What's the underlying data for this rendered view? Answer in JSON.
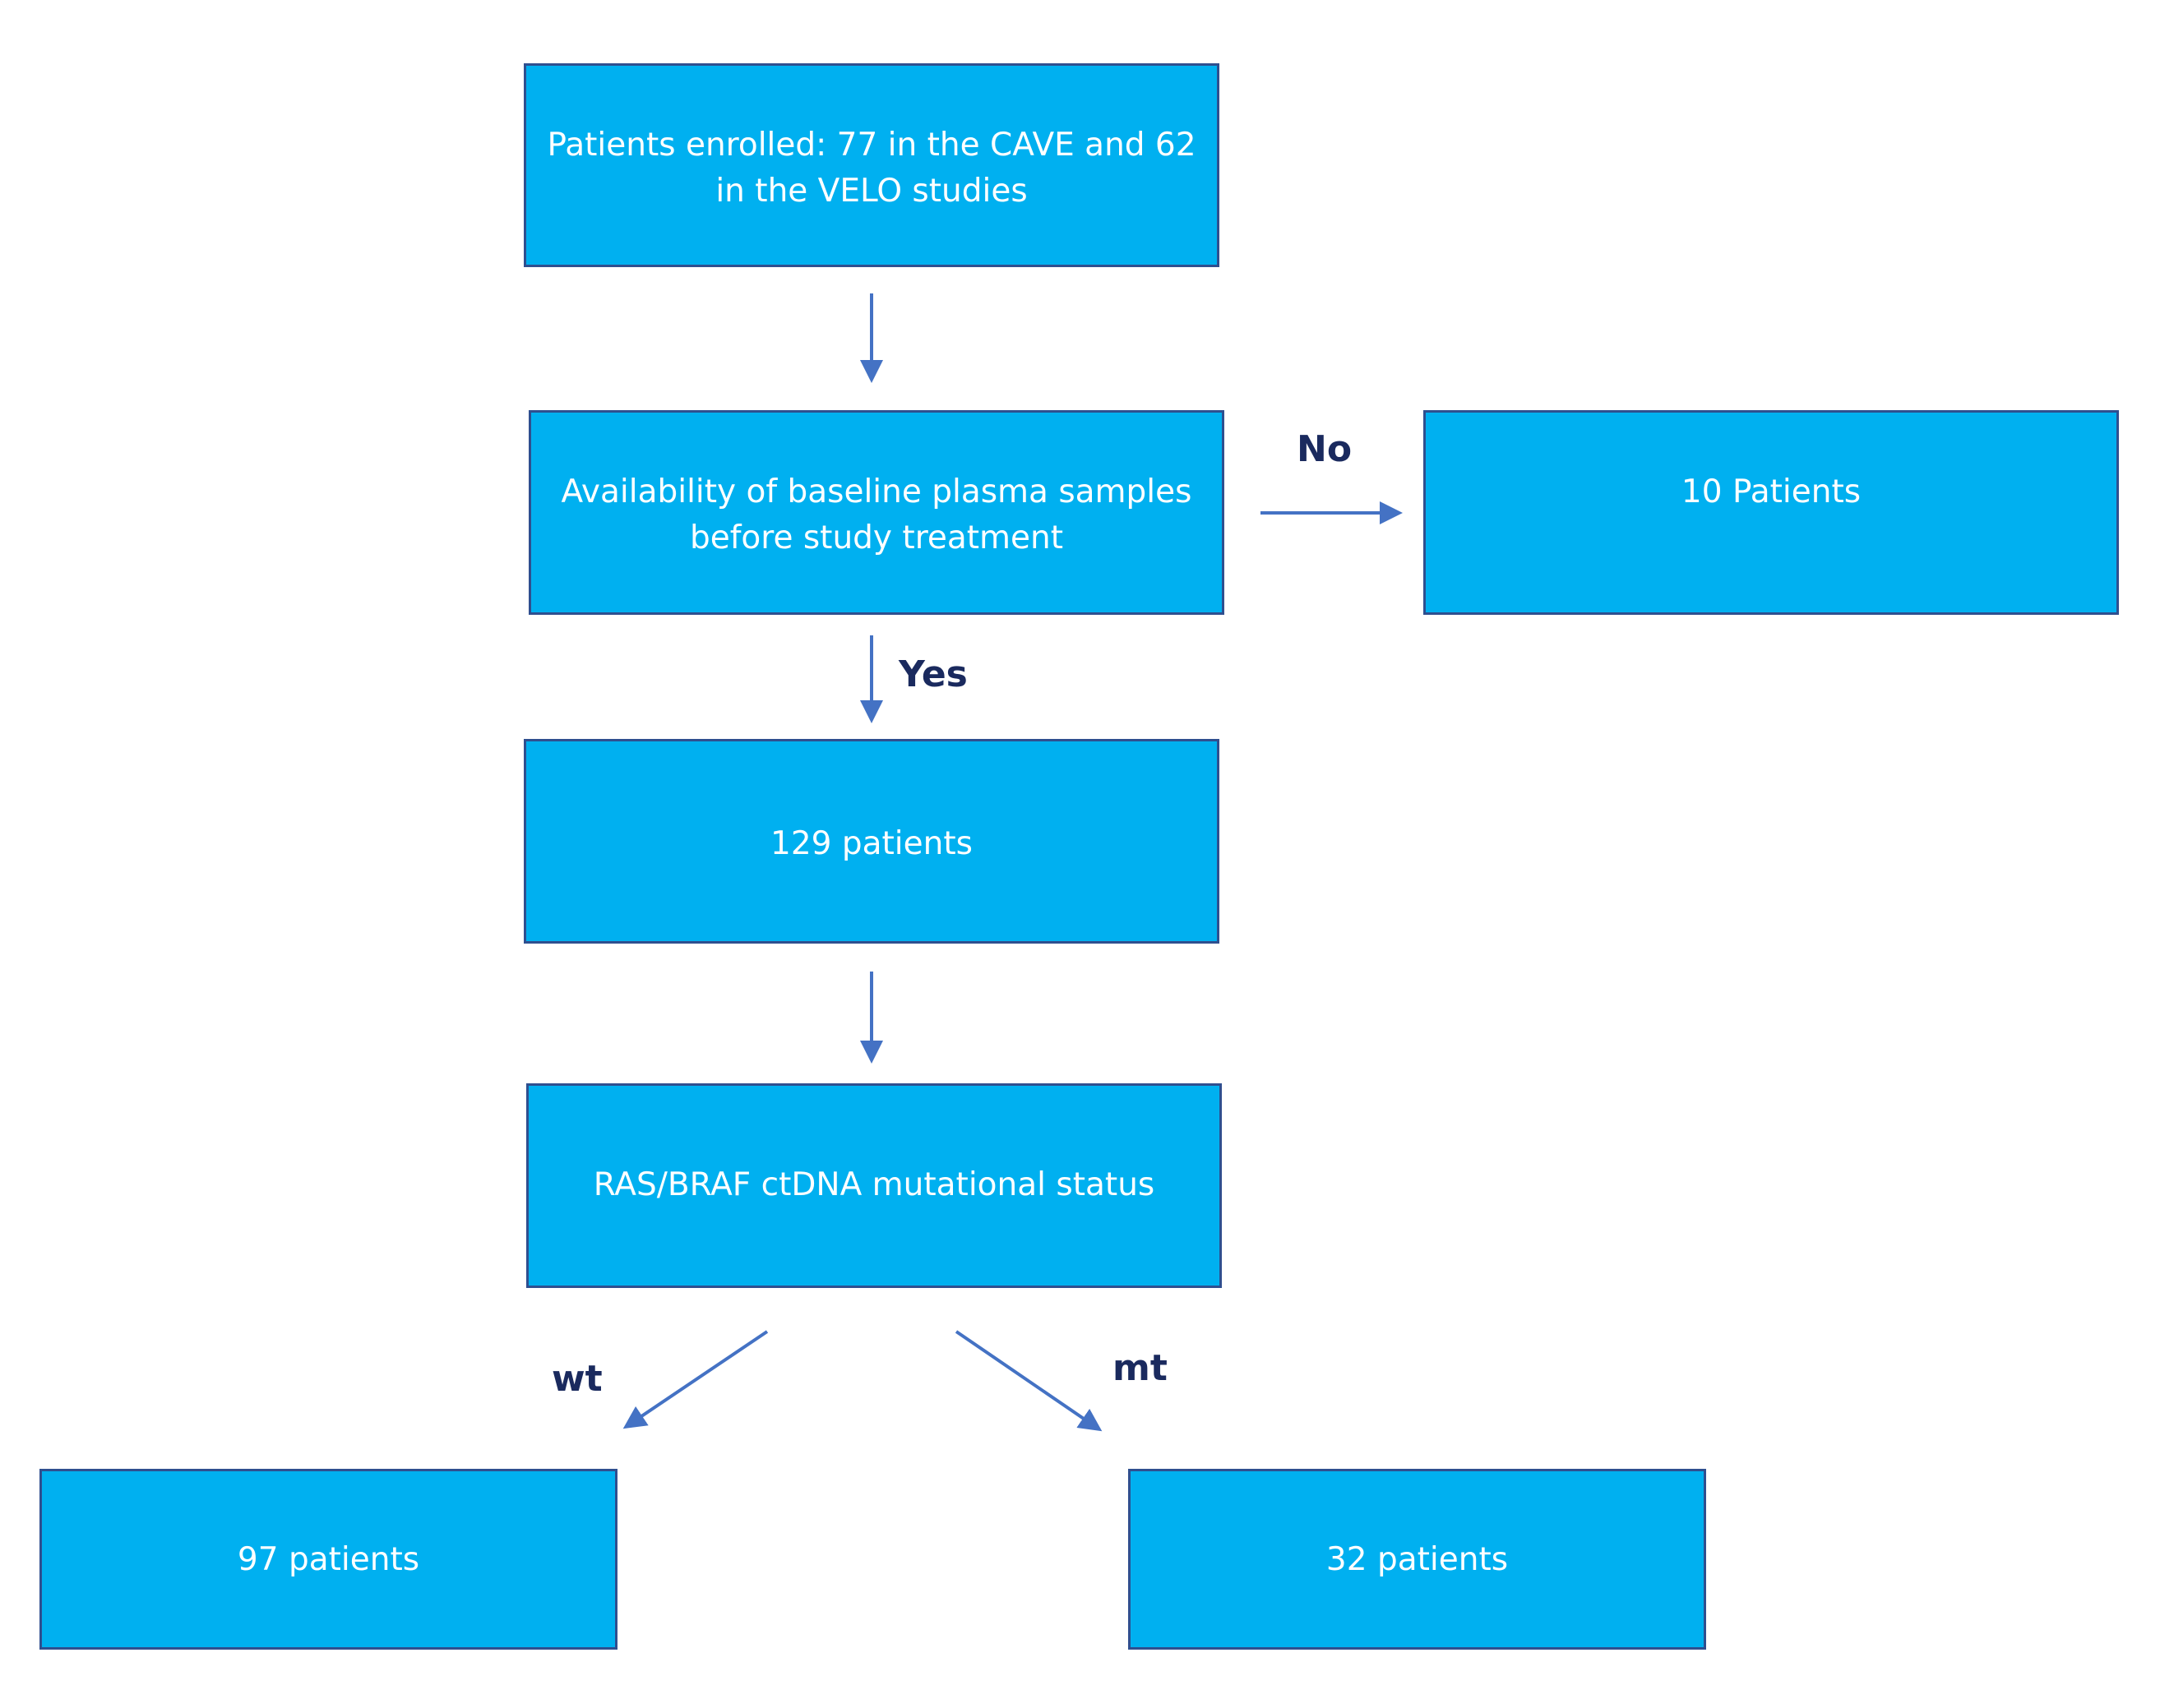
{
  "nodes": {
    "enrolled": [
      "Patients enrolled: 77 in the CAVE and 62",
      "in the VELO studies"
    ],
    "availability": [
      "Availability of baseline plasma samples",
      "before study treatment"
    ],
    "excluded": [
      "10 Patients"
    ],
    "analyzed": [
      "129 patients"
    ],
    "status": [
      "RAS/BRAF ctDNA mutational status"
    ],
    "wild_type": [
      "97 patients"
    ],
    "mutant": [
      "32 patients"
    ]
  },
  "edge_labels": {
    "no": "No",
    "yes": "Yes",
    "wt": "wt",
    "mt": "mt"
  },
  "colors": {
    "box_fill": "#00b0f0",
    "box_border": "#2f4f8f",
    "arrow": "#4472c4",
    "label_text": "#1a2a5e"
  }
}
